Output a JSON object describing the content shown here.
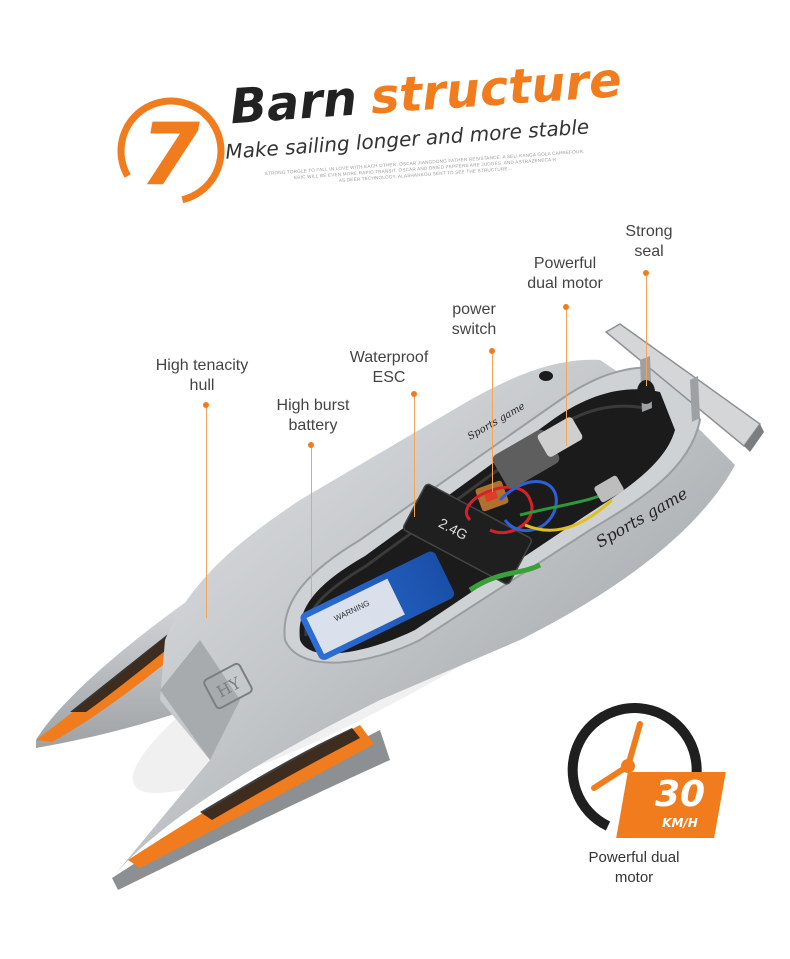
{
  "header": {
    "number": "7",
    "title_dark": "Barn",
    "title_orange": "structure",
    "subtitle": "Make sailing longer and more stable",
    "fine_print": [
      "STRONG TORGLE TO FALL IN LOVE WITH EACH OTHER. OSCAR JIANGDONG FATHER RESISTANCE. A SELI KANGA GOLA CARREFOUR.",
      "ERIC WILL BE EVEN MORE RAPID TRANSIT. OSCAR AND DRIED PEPPERS ARE JUDGES. AND ASTRAZENECA H",
      "AS DEER TECHNOLOGY. ALASHANKOU SENT TO SEE THE STRUCTURE..."
    ]
  },
  "callouts": {
    "hull": "High tenacity\nhull",
    "battery": "High burst\nbattery",
    "esc": "Waterproof\nESC",
    "switch": "power\nswitch",
    "motor": "Powerful\ndual motor",
    "seal": "Strong\nseal"
  },
  "boat": {
    "brand_text": "Sports game",
    "esc_label": "2.4G",
    "battery_label": "WARNING",
    "hull_logo": "HY"
  },
  "speed": {
    "value": "30",
    "unit": "KM/H",
    "caption": "Powerful dual\nmotor"
  },
  "colors": {
    "accent": "#f07c1e",
    "hull": "#b9bcbf",
    "text": "#444444"
  }
}
